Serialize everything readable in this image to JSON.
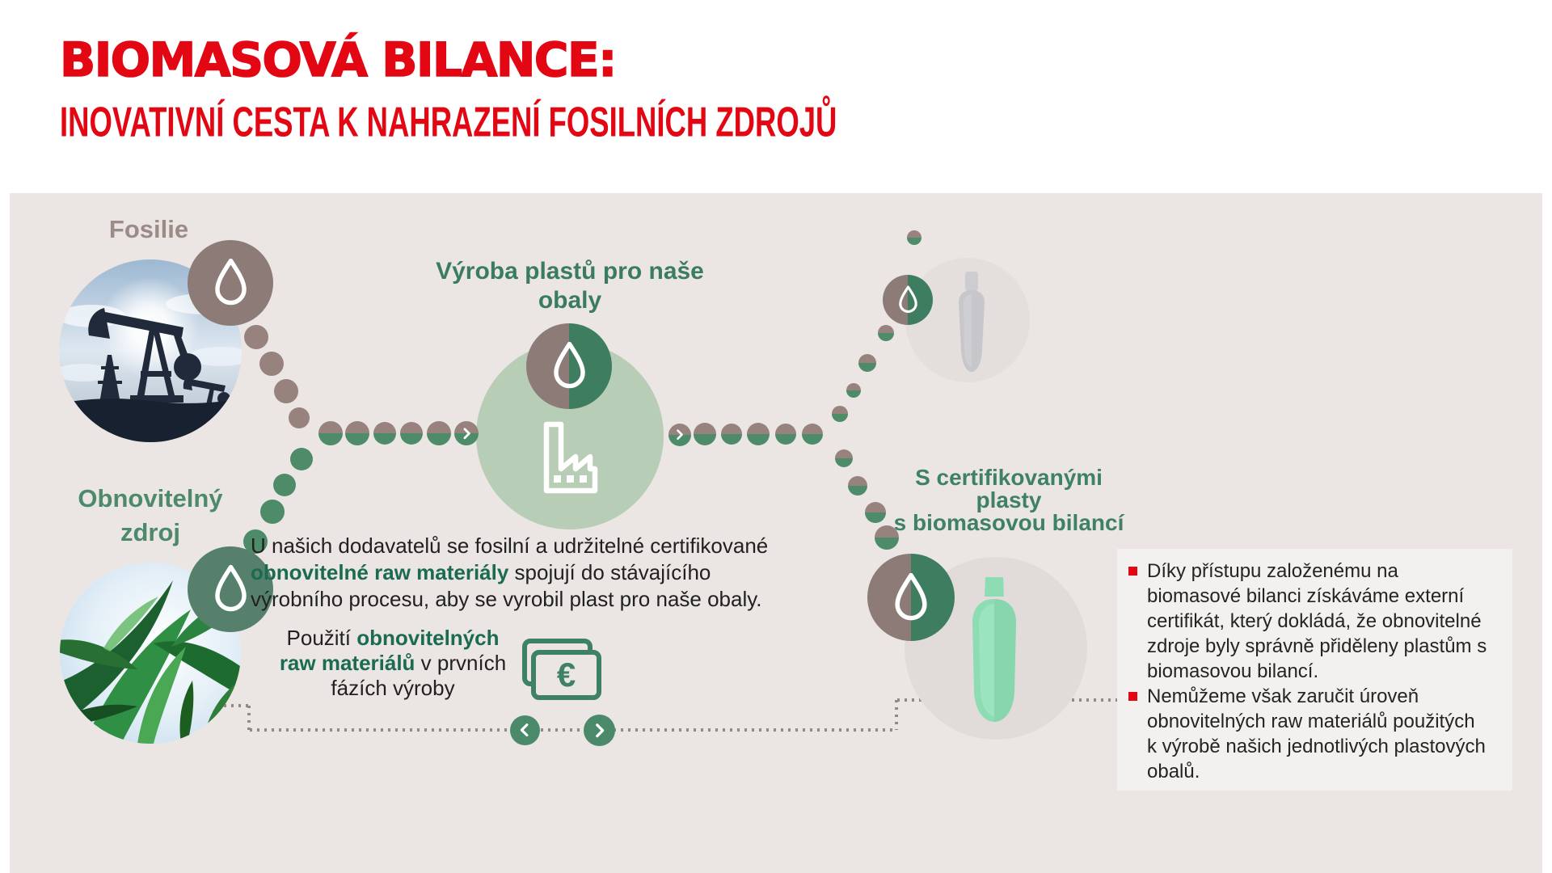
{
  "header": {
    "title": "BIOMASOVÁ BILANCE:",
    "subtitle": "INOVATIVNÍ CESTA K NAHRAZENÍ FOSILNÍCH ZDROJŮ"
  },
  "diagram": {
    "fossil_label": "Fosilie",
    "renewable_label": {
      "line1": "Obnovitelný",
      "line2": "zdroj"
    },
    "production_label": {
      "line1": "Výroba plastů pro naše",
      "line2": "obaly"
    },
    "certified_label": {
      "line1": "S certifikovanými plasty",
      "line2": "s biomasovou bilancí"
    },
    "process_text": {
      "l1": "U našich dodavatelů se fosilní a udržitelné certifikované",
      "l2a": "obnovitelné raw materiály",
      "l2b": " spojují do stávajícího",
      "l3": "výrobního procesu, aby se vyrobil plast pro naše obaly."
    },
    "usage_text": {
      "l1a": "Použití ",
      "l1b": "obnovitelných",
      "l2a": "raw materiálů",
      "l2b": " v prvních",
      "l3": "fázích výroby"
    },
    "euro_symbol": "€"
  },
  "side_panel": {
    "bullets": [
      {
        "lines": [
          "Díky přístupu založenému na",
          "biomasové bilanci získáváme externí",
          "certifikát, který dokládá, že obnovitelné",
          "zdroje byly správně přiděleny plastům s",
          "biomasovou bilancí."
        ]
      },
      {
        "lines": [
          "Nemůžeme však zaručit úroveň",
          "obnovitelných raw materiálů použitých",
          "k výrobě našich jednotlivých plastových",
          "obalů."
        ]
      }
    ]
  },
  "icons": {
    "droplet": "water-drop outline",
    "factory": "factory outline",
    "euro_banknotes": "two banknotes with euro sign",
    "chevron_right": "›",
    "chevron_left": "‹"
  },
  "colors": {
    "accent_red": "#e30613",
    "fossil_brown": "#97827d",
    "renewable_green": "#4d8b69",
    "dark_green": "#3e7d60",
    "light_green_circle": "#b8cdb6",
    "panel_bg": "#ebe6e3",
    "note_bg": "#f3f1ef",
    "mint_bottle": "#8edcb4",
    "gray_bottle": "#c7c7cb"
  }
}
